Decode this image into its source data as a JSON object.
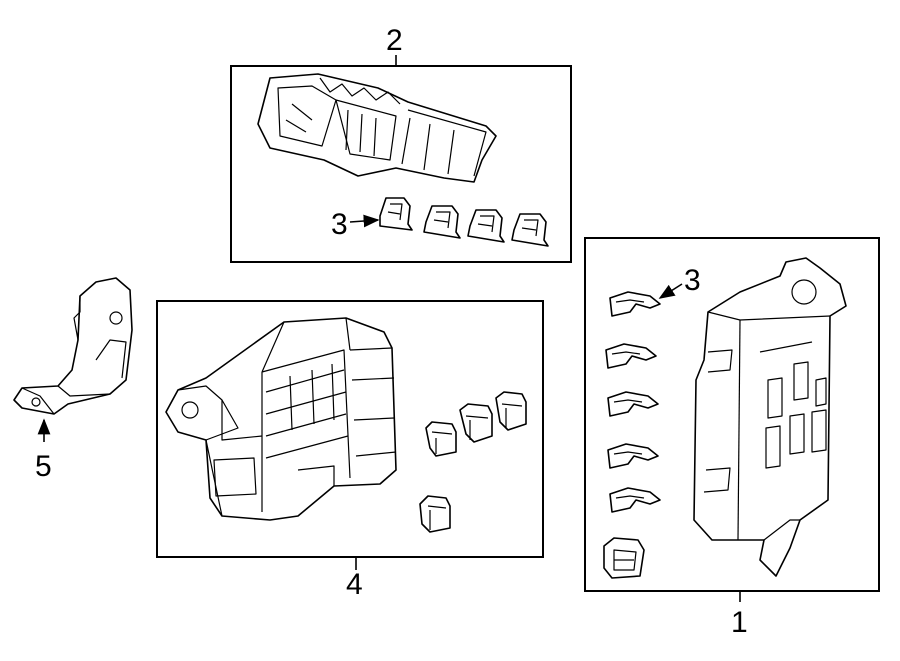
{
  "callouts": {
    "part_1": "1",
    "part_2": "2",
    "part_3_top": "3",
    "part_3_right": "3",
    "part_4": "4",
    "part_5": "5"
  }
}
